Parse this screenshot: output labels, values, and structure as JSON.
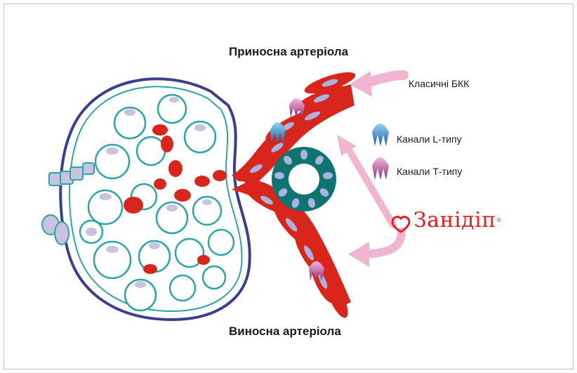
{
  "labels": {
    "afferent": "Приносна артеріола",
    "efferent": "Виносна артеріола",
    "classic_bkk": "Класичні БКК",
    "l_channels": "Канали L-типу",
    "t_channels": "Канали Т-типу"
  },
  "brand": {
    "name": "Занідіп",
    "registered": "®"
  },
  "colors": {
    "capsule": "#3b3f8f",
    "podocyte": "#2aa6a6",
    "cell_fill": "#c7c3e0",
    "vessel": "#d8261c",
    "nucleus": "#a9b3df",
    "macula": "#0f7470",
    "arrow": "#f1b6cf",
    "l_channel": "#1f6fb5",
    "t_channel": "#b34a9a",
    "brand": "#e31e24"
  }
}
